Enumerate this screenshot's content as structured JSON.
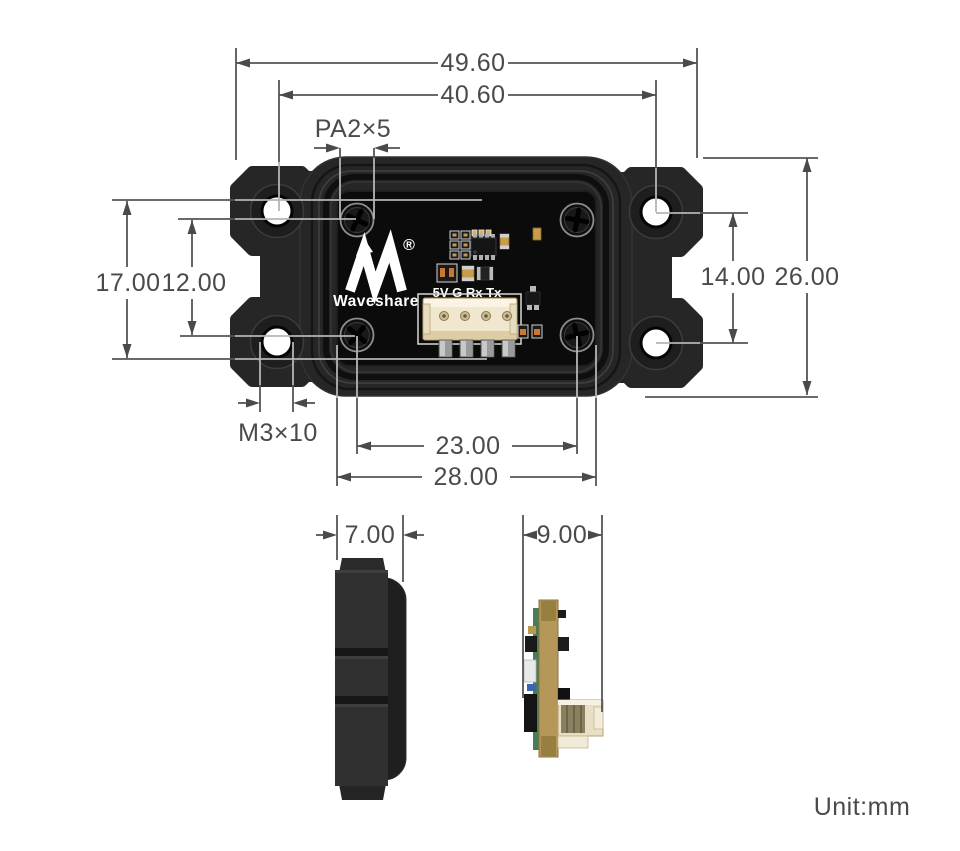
{
  "drawing": {
    "unit_label": "Unit:mm",
    "module": {
      "brand": "Waveshare",
      "registered_mark": "®",
      "pin_labels": "5V G Rx Tx"
    },
    "top_view": {
      "dims": {
        "overall_width": "49.60",
        "hole_span_width": "40.60",
        "top_screw_spec": "PA2×5",
        "left_height": "17.00",
        "screw_span_height": "12.00",
        "hole_span_height": "14.00",
        "overall_height": "26.00",
        "mount_screw_spec": "M3×10",
        "screw_span_width": "23.00",
        "body_width": "28.00"
      }
    },
    "side_views": {
      "case_depth": "7.00",
      "pcb_depth": "9.00"
    },
    "colors": {
      "dim_line": "#555555",
      "dim_line_light": "#b5b5b5",
      "dim_text": "#4a4a4a",
      "case_black": "#262626",
      "pcb_black": "#0b0b0b",
      "pcb_tan": "#b5975a",
      "connector_cream": "#f1e7cf",
      "silkscreen_white": "#ffffff"
    }
  }
}
